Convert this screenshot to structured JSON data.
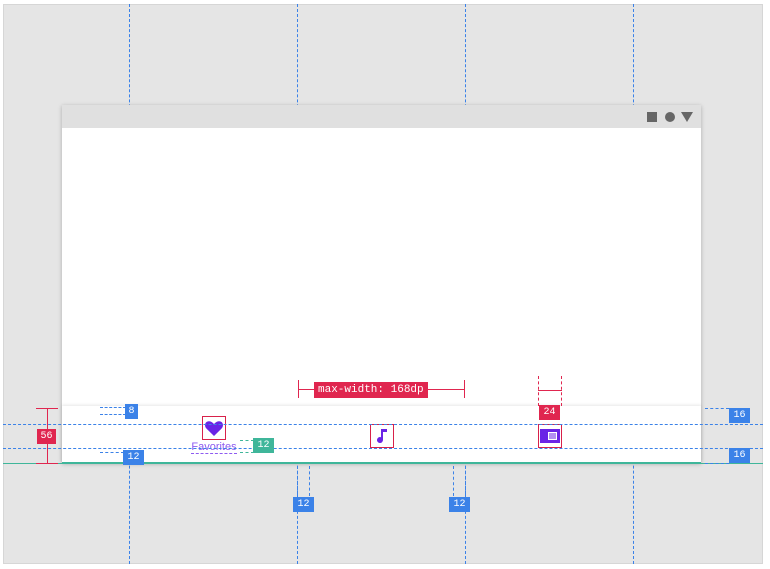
{
  "window": {
    "controls": [
      "square-icon",
      "circle-icon",
      "triangle-down-icon"
    ]
  },
  "bottom_nav": {
    "items": [
      {
        "icon": "heart-icon",
        "label": "Favorites",
        "active": true
      },
      {
        "icon": "music-note-icon",
        "label": "",
        "active": false
      },
      {
        "icon": "news-icon",
        "label": "",
        "active": false
      }
    ]
  },
  "annotations": {
    "max_width": "max-width: 168dp",
    "height_56": "56",
    "icon_size_24": "24",
    "top_padding_8": "8",
    "bottom_padding_12": "12",
    "label_gap_12": "12",
    "side_padding_top_16": "16",
    "side_padding_bottom_16": "16",
    "item_padding_left_12": "12",
    "item_padding_right_12": "12"
  },
  "colors": {
    "guide_blue": "#3b82e8",
    "spec_red": "#e0264f",
    "spec_green": "#3fb69a",
    "icon_purple": "#6a23e6",
    "label_purple": "#8e5bf0"
  }
}
